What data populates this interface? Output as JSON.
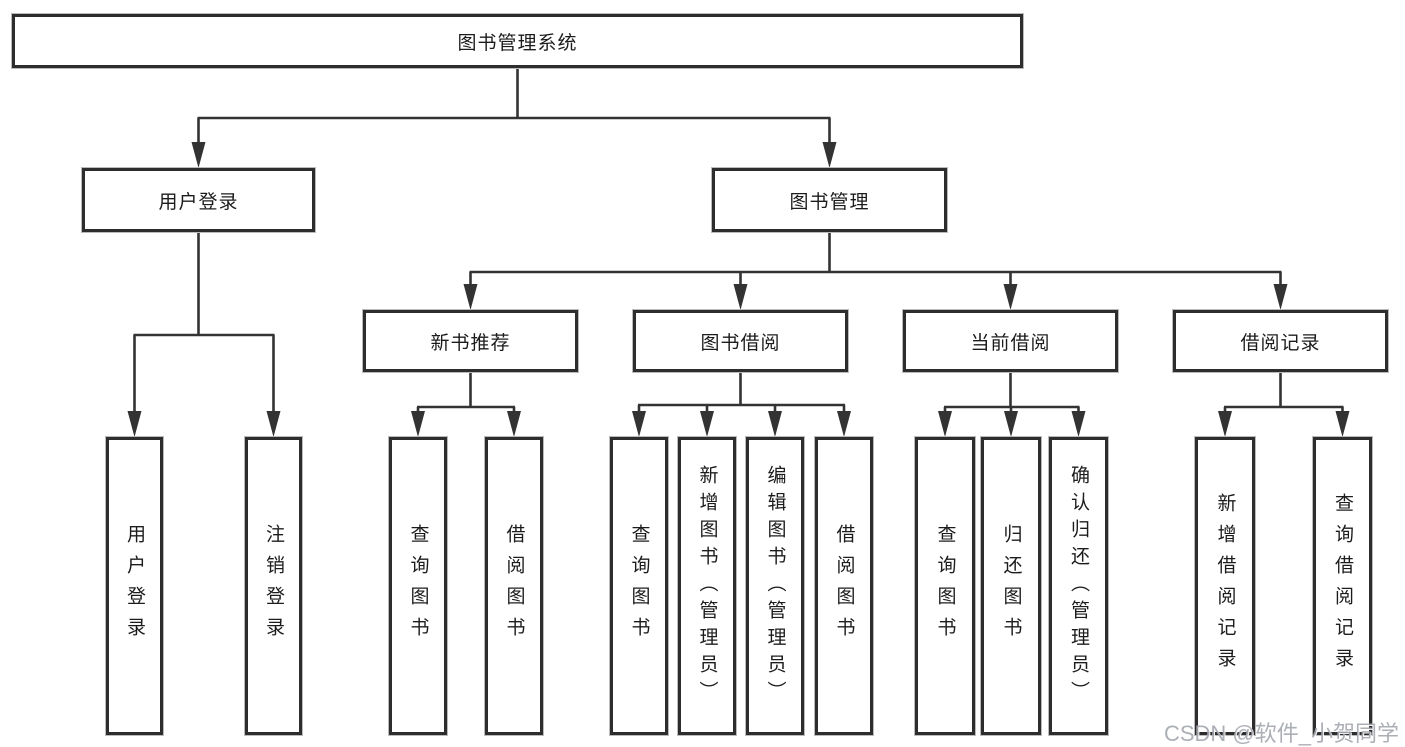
{
  "diagram": {
    "root": {
      "label": "图书管理系统"
    },
    "level2": [
      {
        "label": "用户登录",
        "children": [
          {
            "label": "用户登录"
          },
          {
            "label": "注销登录"
          }
        ]
      },
      {
        "label": "图书管理",
        "children": [
          {
            "label": "新书推荐",
            "children": [
              {
                "label": "查询图书"
              },
              {
                "label": "借阅图书"
              }
            ]
          },
          {
            "label": "图书借阅",
            "children": [
              {
                "label": "查询图书"
              },
              {
                "label": "新增图书（管理员）"
              },
              {
                "label": "编辑图书（管理员）"
              },
              {
                "label": "借阅图书"
              }
            ]
          },
          {
            "label": "当前借阅",
            "children": [
              {
                "label": "查询图书"
              },
              {
                "label": "归还图书"
              },
              {
                "label": "确认归还（管理员）"
              }
            ]
          },
          {
            "label": "借阅记录",
            "children": [
              {
                "label": "新增借阅记录"
              },
              {
                "label": "查询借阅记录"
              }
            ]
          }
        ]
      }
    ]
  },
  "watermark": {
    "text": "CSDN @软件_小贺同学"
  },
  "colors": {
    "line": "#333333",
    "box_border": "#2d2d2d",
    "box_fill": "#ffffff",
    "text": "#1c1c1c",
    "watermark": "#a6a9b0"
  }
}
